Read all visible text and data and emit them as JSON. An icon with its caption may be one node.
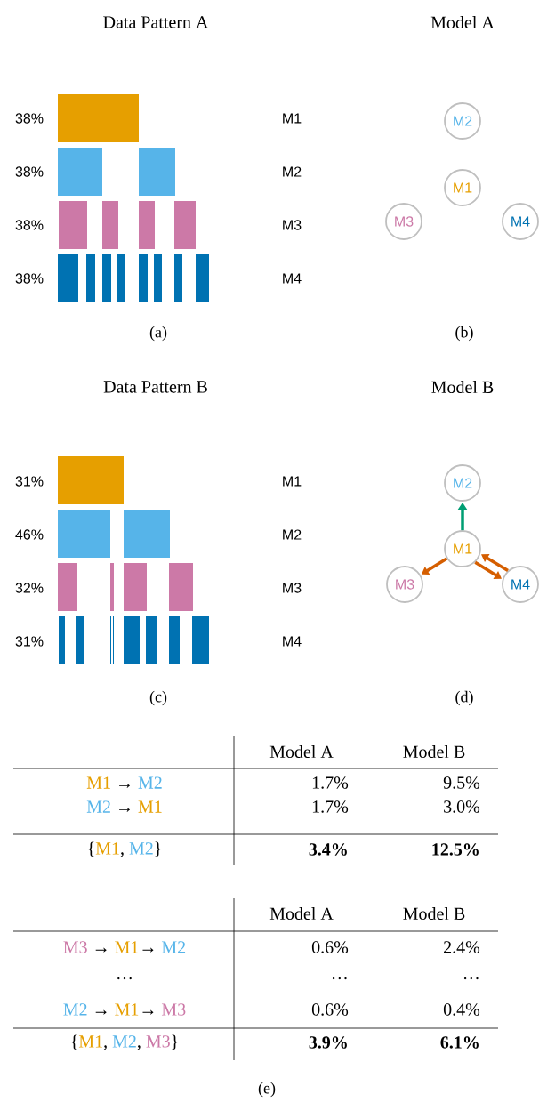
{
  "diagram": {
    "nodes": [
      {
        "text": [
          "M2"
        ]
      },
      {
        "text": [
          "M1"
        ]
      },
      {
        "text": [
          "M3"
        ]
      },
      {
        "text": [
          "M4"
        ]
      },
      {
        "text": [
          "M2"
        ]
      },
      {
        "text": [
          "M1"
        ]
      },
      {
        "text": [
          "M3"
        ]
      },
      {
        "text": [
          "M4"
        ]
      }
    ],
    "edges": [
      {
        "from": 5,
        "to": 4,
        "arrow": "to",
        "color": "#009e73"
      },
      {
        "from": 5,
        "to": 6,
        "arrow": "to"
      },
      {
        "from": 5,
        "to": 7,
        "arrow": "to"
      },
      {
        "from": 7,
        "to": 5,
        "arrow": "to"
      }
    ],
    "labels": [
      "Data Pattern A",
      "Model A",
      "38%",
      "M1",
      "38%",
      "M2",
      "38%",
      "M3",
      "38%",
      "M4",
      "(a)",
      "(b)",
      "Data Pattern B",
      "Model B",
      "31%",
      "M1",
      "46%",
      "M2",
      "32%",
      "M3",
      "31%",
      "M4",
      "(c)",
      "(d)",
      "Model A",
      "Model B",
      "M1",
      "→",
      "M2",
      "1.7%",
      "9.5%",
      "M2",
      "→",
      "M1",
      "1.7%",
      "3.0%",
      "{",
      "M1",
      ",",
      "M2",
      "}",
      "3.4%",
      "12.5%",
      "Model A",
      "Model B",
      "M3",
      "→",
      "M1",
      "→",
      "M2",
      "0.6%",
      "2.4%",
      "…",
      "…",
      "…",
      "M2",
      "→",
      "M1",
      "→",
      "M3",
      "0.6%",
      "0.4%",
      "{",
      "M1",
      ",",
      "M2",
      ",",
      "M3",
      "}",
      "3.9%",
      "6.1%",
      "(e)"
    ]
  }
}
